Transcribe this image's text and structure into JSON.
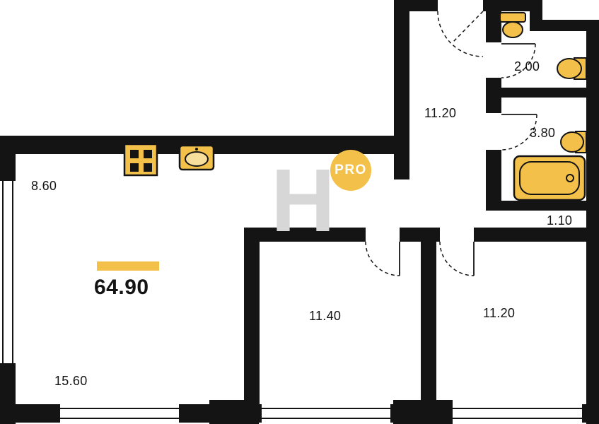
{
  "plan": {
    "total": {
      "area": "64.90"
    },
    "rooms": [
      {
        "id": "living-top",
        "area": "8.60"
      },
      {
        "id": "hallway",
        "area": "11.20"
      },
      {
        "id": "wc",
        "area": "2.00"
      },
      {
        "id": "bathroom",
        "area": "3.80"
      },
      {
        "id": "corridor",
        "area": "1.10"
      },
      {
        "id": "living-bottom",
        "area": "15.60"
      },
      {
        "id": "bedroom-1",
        "area": "11.40"
      },
      {
        "id": "bedroom-2",
        "area": "11.20"
      }
    ],
    "watermark": {
      "letter": "H",
      "badge_text": "PRO"
    },
    "colors": {
      "wall": "#141414",
      "accent": "#F3C04A",
      "watermark_grey": "#D7D7D7",
      "background": "#FFFFFF"
    },
    "icons": [
      "stove-icon",
      "kitchen-sink-icon",
      "toilet-icon",
      "wc-sink-icon",
      "bath-sink-icon",
      "bathtub-icon"
    ]
  }
}
